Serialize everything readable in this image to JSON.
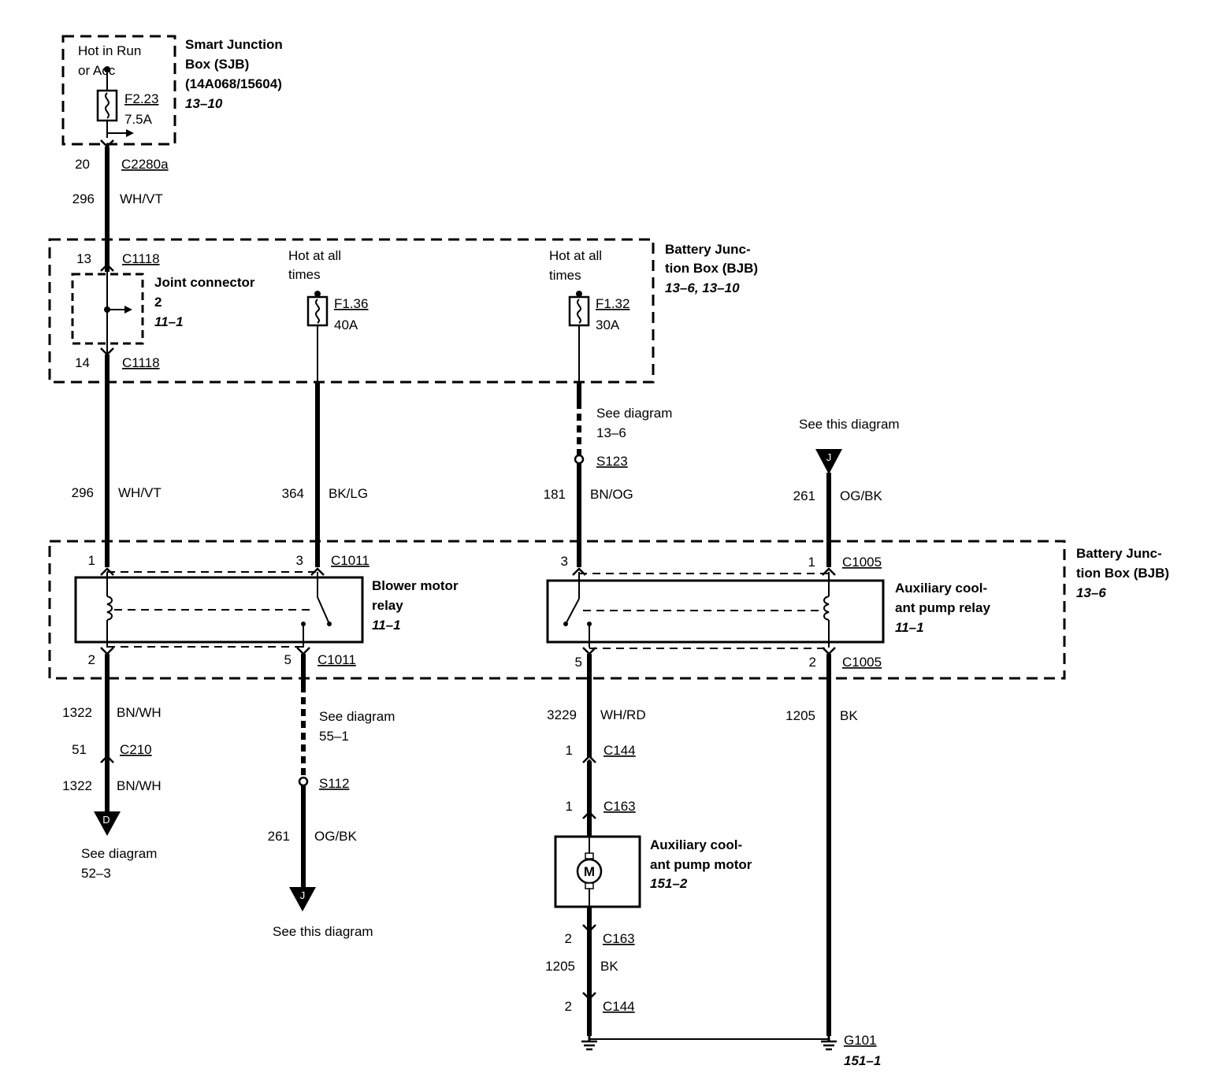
{
  "sjb": {
    "title_lines": [
      "Smart Junction",
      "Box (SJB)",
      "(14A068/15604)"
    ],
    "ref": "13–10",
    "hot_lines": [
      "Hot in Run",
      "or Acc"
    ],
    "fuse": "F2.23",
    "rating": "7.5A",
    "pin": "20",
    "connector": "C2280a"
  },
  "bjb_top": {
    "title_lines": [
      "Battery Junc-",
      "tion Box (BJB)"
    ],
    "ref": "13–6, 13–10",
    "joint_connector": {
      "title": "Joint connector",
      "number": "2",
      "ref": "11–1"
    },
    "pin_13": "13",
    "conn_13": "C1118",
    "pin_14": "14",
    "conn_14": "C1118",
    "f136": {
      "hot_lines": [
        "Hot at all",
        "times"
      ],
      "fuse": "F1.36",
      "rating": "40A"
    },
    "f132": {
      "hot_lines": [
        "Hot at all",
        "times"
      ],
      "fuse": "F1.32",
      "rating": "30A"
    }
  },
  "wires": {
    "w296a": {
      "circuit": "296",
      "color": "WH/VT"
    },
    "w296b": {
      "circuit": "296",
      "color": "WH/VT"
    },
    "w364": {
      "circuit": "364",
      "color": "BK/LG"
    },
    "w181": {
      "circuit": "181",
      "color": "BN/OG",
      "see_lines": [
        "See diagram",
        "13–6"
      ],
      "splice": "S123"
    },
    "w261top": {
      "circuit": "261",
      "color": "OG/BK",
      "see": "See this diagram",
      "marker": "J"
    },
    "w1322a": {
      "circuit": "1322",
      "color": "BN/WH"
    },
    "w1322b": {
      "circuit": "1322",
      "color": "BN/WH"
    },
    "c210": {
      "pin": "51",
      "connector": "C210"
    },
    "arrowD": {
      "marker": "D",
      "see_lines": [
        "See diagram",
        "52–3"
      ]
    },
    "w55": {
      "see_lines": [
        "See diagram",
        "55–1"
      ],
      "splice": "S112"
    },
    "w261bot": {
      "circuit": "261",
      "color": "OG/BK",
      "marker": "J",
      "see": "See this diagram"
    },
    "w3229": {
      "circuit": "3229",
      "color": "WH/RD"
    },
    "w1205a": {
      "circuit": "1205",
      "color": "BK"
    },
    "w1205b": {
      "circuit": "1205",
      "color": "BK"
    }
  },
  "bjb_bottom": {
    "title_lines": [
      "Battery Junc-",
      "tion Box (BJB)"
    ],
    "ref": "13–6",
    "blower_relay": {
      "title_lines": [
        "Blower motor",
        "relay"
      ],
      "ref": "11–1",
      "pin1": "1",
      "pin3": "3",
      "conn_top": "C1011",
      "pin2": "2",
      "pin5": "5",
      "conn_bot": "C1011"
    },
    "aux_relay": {
      "title_lines": [
        "Auxiliary cool-",
        "ant pump relay"
      ],
      "ref": "11–1",
      "pin3": "3",
      "pin1": "1",
      "conn_top": "C1005",
      "pin5": "5",
      "pin2": "2",
      "conn_bot": "C1005"
    }
  },
  "pump_side": {
    "c144a": {
      "pin": "1",
      "connector": "C144"
    },
    "c163a": {
      "pin": "1",
      "connector": "C163"
    },
    "motor": {
      "title_lines": [
        "Auxiliary cool-",
        "ant pump motor"
      ],
      "ref": "151–2",
      "symbol": "M"
    },
    "c163b": {
      "pin": "2",
      "connector": "C163"
    },
    "c144b": {
      "pin": "2",
      "connector": "C144"
    }
  },
  "ground": {
    "name": "G101",
    "ref": "151–1"
  }
}
